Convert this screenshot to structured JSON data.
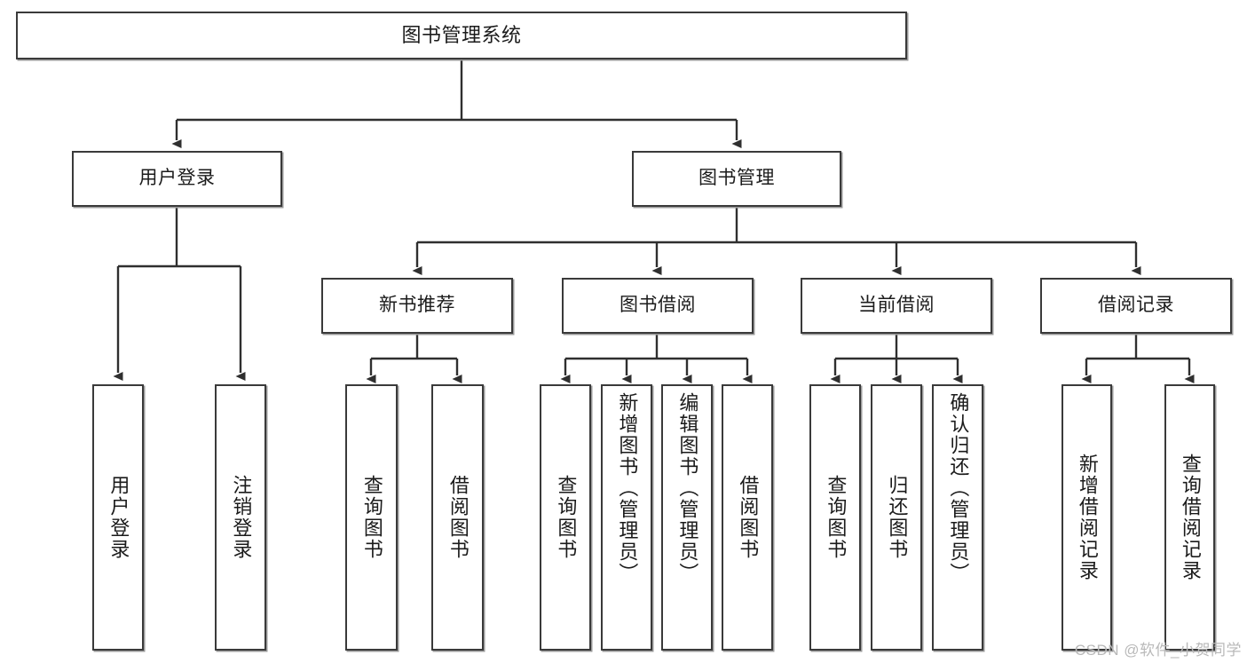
{
  "diagram": {
    "title": "图书管理系统",
    "type": "tree",
    "line_color": "#2f2f2f",
    "box_border_color": "#3a3a3a",
    "box_fill_color": "#ffffff",
    "text_color": "#1b1b1b"
  },
  "watermark": {
    "text": "CSDN @软件_小贺同学",
    "color": "#b9b9b9"
  },
  "nodes": {
    "root": {
      "label": "图书管理系统",
      "level": 1
    },
    "level2": [
      {
        "id": "user-login",
        "label": "用户登录"
      },
      {
        "id": "book-management",
        "label": "图书管理"
      }
    ],
    "level3": [
      {
        "id": "new-book-recommend",
        "label": "新书推荐",
        "parent": "book-management"
      },
      {
        "id": "book-borrow",
        "label": "图书借阅",
        "parent": "book-management"
      },
      {
        "id": "current-borrow",
        "label": "当前借阅",
        "parent": "book-management"
      },
      {
        "id": "borrow-record",
        "label": "借阅记录",
        "parent": "book-management"
      }
    ],
    "leaves": [
      {
        "id": "leaf-user-login",
        "label": "用户登录",
        "parent": "user-login"
      },
      {
        "id": "leaf-logout-login",
        "label": "注销登录",
        "parent": "user-login"
      },
      {
        "id": "leaf-query-book-1",
        "label": "查询图书",
        "parent": "new-book-recommend"
      },
      {
        "id": "leaf-borrow-book-1",
        "label": "借阅图书",
        "parent": "new-book-recommend"
      },
      {
        "id": "leaf-query-book-2",
        "label": "查询图书",
        "parent": "book-borrow"
      },
      {
        "id": "leaf-add-book",
        "label": "新增图书（管理员）",
        "parent": "book-borrow"
      },
      {
        "id": "leaf-edit-book",
        "label": "编辑图书（管理员）",
        "parent": "book-borrow"
      },
      {
        "id": "leaf-borrow-book-2",
        "label": "借阅图书",
        "parent": "book-borrow"
      },
      {
        "id": "leaf-query-book-3",
        "label": "查询图书",
        "parent": "current-borrow"
      },
      {
        "id": "leaf-return-book",
        "label": "归还图书",
        "parent": "current-borrow"
      },
      {
        "id": "leaf-confirm-return",
        "label": "确认归还（管理员）",
        "parent": "current-borrow"
      },
      {
        "id": "leaf-add-record",
        "label": "新增借阅记录",
        "parent": "borrow-record"
      },
      {
        "id": "leaf-query-record",
        "label": "查询借阅记录",
        "parent": "borrow-record"
      }
    ]
  }
}
